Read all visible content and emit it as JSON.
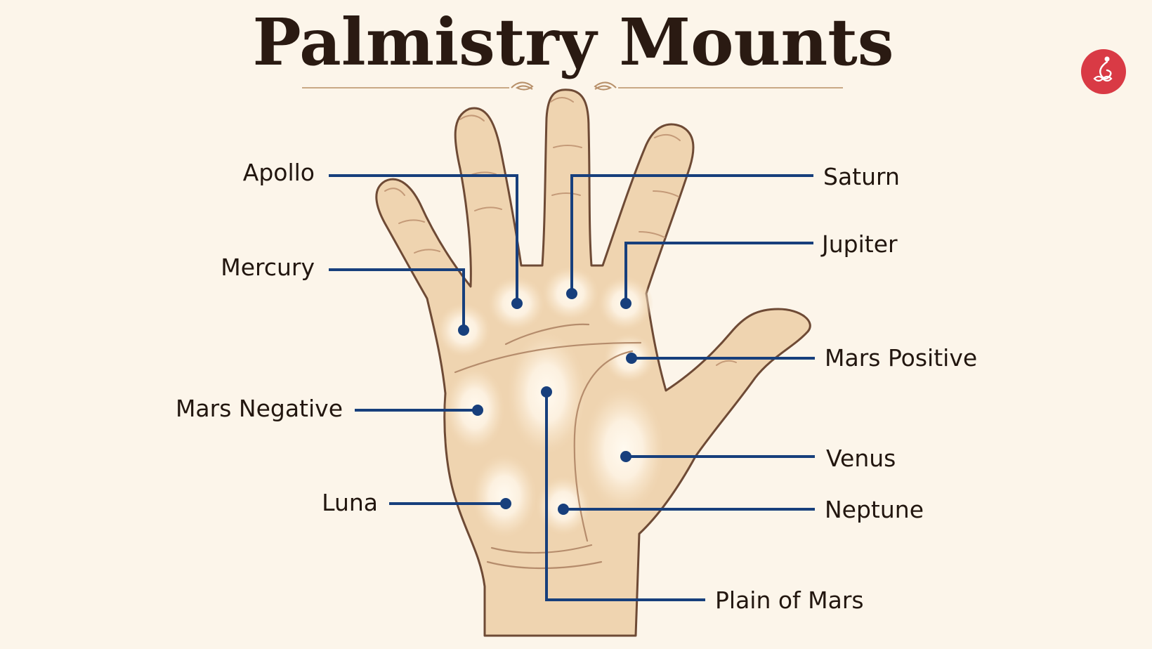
{
  "title": "Palmistry Mounts",
  "logo_icon": "palm-line-logo-icon",
  "colors": {
    "background": "#fcf5ea",
    "accent": "#173f7c",
    "logo": "#d93a45",
    "skin": "#efd4b0",
    "mount_glow": "#fffaf0"
  },
  "labels": {
    "apollo": "Apollo",
    "mercury": "Mercury",
    "mars_negative": "Mars Negative",
    "luna": "Luna",
    "saturn": "Saturn",
    "jupiter": "Jupiter",
    "mars_positive": "Mars Positive",
    "venus": "Venus",
    "neptune": "Neptune",
    "plain_of_mars": "Plain of Mars"
  }
}
